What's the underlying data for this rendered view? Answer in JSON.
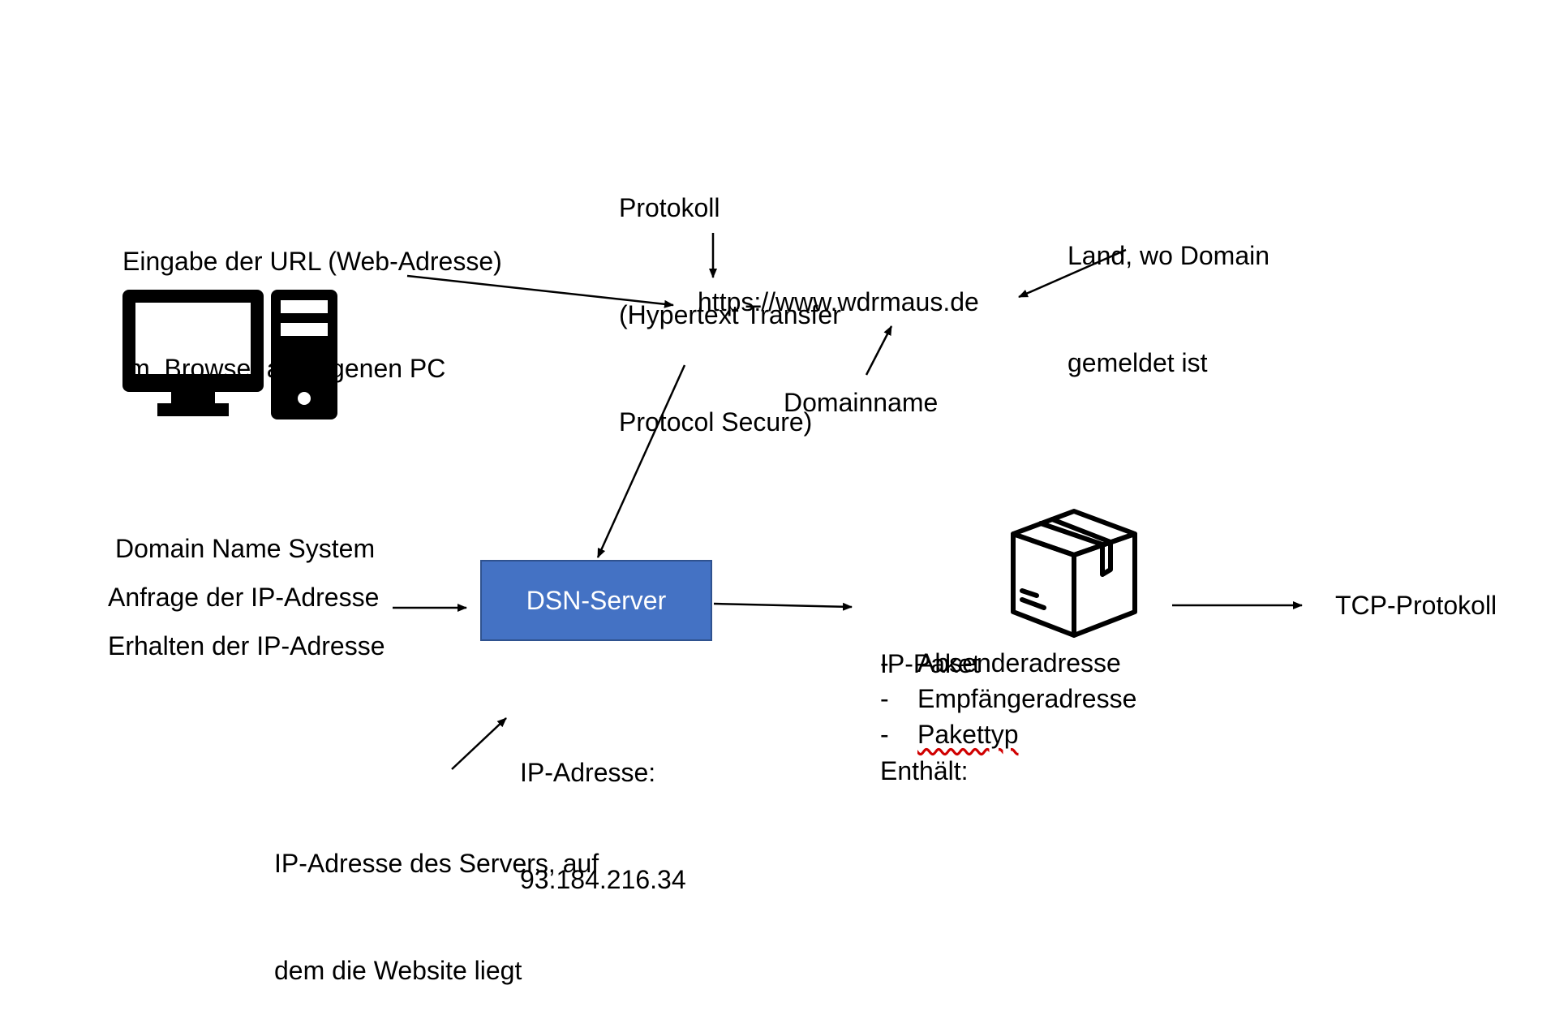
{
  "labels": {
    "url_input": [
      "Eingabe der URL (Web-Adresse)",
      "im  Browser am eigenen PC"
    ],
    "protocol": [
      "Protokoll",
      "(Hypertext Transfer",
      "Protocol Secure)"
    ],
    "country": [
      "Land, wo Domain",
      "gemeldet ist"
    ],
    "url": "https://www.wdrmaus.de",
    "domainname": "Domainname",
    "dns_system": "Domain Name System",
    "dns_request": "Anfrage der IP-Adresse",
    "dns_receive": "Erhalten der IP-Adresse",
    "dsn_server": "DSN-Server",
    "ip_address": [
      "IP-Adresse:",
      "93.184.216.34"
    ],
    "server_ip_note": [
      "IP-Adresse des Servers, auf",
      "dem die Website liegt"
    ],
    "ip_packet": [
      "IP-Paket",
      "Enthält:"
    ],
    "packet_items": [
      "Absenderadresse",
      "Empfängeradresse",
      "Pakettyp"
    ],
    "tcp": "TCP-Protokoll"
  },
  "icons": {
    "computer": "desktop-computer-icon",
    "package": "package-box-icon"
  }
}
